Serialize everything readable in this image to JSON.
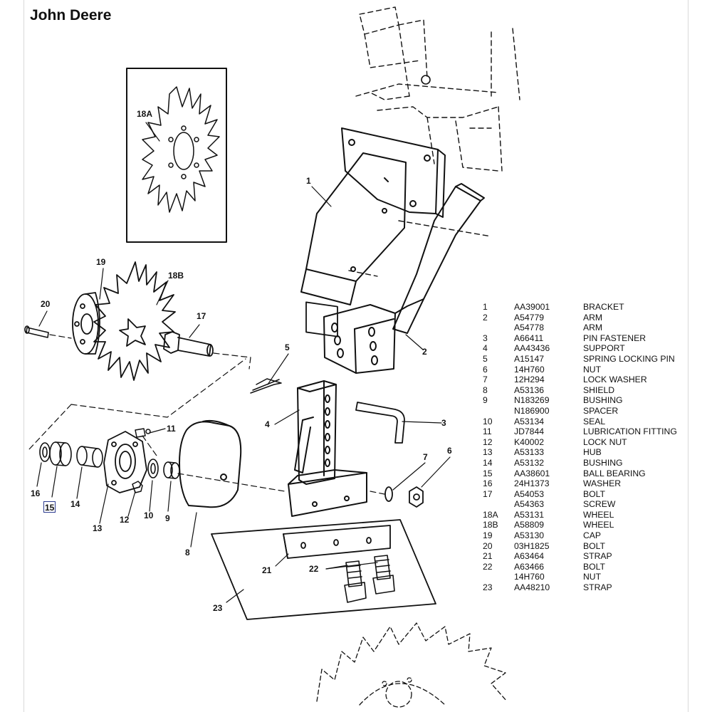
{
  "header": {
    "brand": "John Deere"
  },
  "callouts": {
    "c1": "1",
    "c2": "2",
    "c3": "3",
    "c4": "4",
    "c5": "5",
    "c6": "6",
    "c7": "7",
    "c8": "8",
    "c9": "9",
    "c10": "10",
    "c11": "11",
    "c12": "12",
    "c13": "13",
    "c14": "14",
    "c15": "15",
    "c16": "16",
    "c17": "17",
    "c18A": "18A",
    "c18B": "18B",
    "c19": "19",
    "c20": "20",
    "c21": "21",
    "c22": "22",
    "c23": "23"
  },
  "parts_list": [
    {
      "ref": "1",
      "part": "AA39001",
      "desc": "BRACKET"
    },
    {
      "ref": "2",
      "part": "A54779",
      "desc": "ARM"
    },
    {
      "ref": "",
      "part": "A54778",
      "desc": "ARM"
    },
    {
      "ref": "3",
      "part": "A66411",
      "desc": "PIN FASTENER"
    },
    {
      "ref": "4",
      "part": "AA43436",
      "desc": "SUPPORT"
    },
    {
      "ref": "5",
      "part": "A15147",
      "desc": "SPRING LOCKING PIN"
    },
    {
      "ref": "6",
      "part": "14H760",
      "desc": "NUT"
    },
    {
      "ref": "7",
      "part": "12H294",
      "desc": "LOCK WASHER"
    },
    {
      "ref": "8",
      "part": "A53136",
      "desc": "SHIELD"
    },
    {
      "ref": "9",
      "part": "N183269",
      "desc": "BUSHING"
    },
    {
      "ref": "",
      "part": "N186900",
      "desc": "SPACER"
    },
    {
      "ref": "10",
      "part": "A53134",
      "desc": "SEAL"
    },
    {
      "ref": "11",
      "part": "JD7844",
      "desc": "LUBRICATION FITTING"
    },
    {
      "ref": "12",
      "part": "K40002",
      "desc": "LOCK NUT"
    },
    {
      "ref": "13",
      "part": "A53133",
      "desc": "HUB"
    },
    {
      "ref": "14",
      "part": "A53132",
      "desc": "BUSHING"
    },
    {
      "ref": "15",
      "part": "AA38601",
      "desc": "BALL BEARING"
    },
    {
      "ref": "16",
      "part": "24H1373",
      "desc": "WASHER"
    },
    {
      "ref": "17",
      "part": "A54053",
      "desc": "BOLT"
    },
    {
      "ref": "",
      "part": "A54363",
      "desc": "SCREW"
    },
    {
      "ref": "18A",
      "part": "A53131",
      "desc": "WHEEL"
    },
    {
      "ref": "18B",
      "part": "A58809",
      "desc": "WHEEL"
    },
    {
      "ref": "19",
      "part": "A53130",
      "desc": "CAP"
    },
    {
      "ref": "20",
      "part": "03H1825",
      "desc": "BOLT"
    },
    {
      "ref": "21",
      "part": "A63464",
      "desc": "STRAP"
    },
    {
      "ref": "22",
      "part": "A63466",
      "desc": "BOLT"
    },
    {
      "ref": "",
      "part": "14H760",
      "desc": "NUT"
    },
    {
      "ref": "23",
      "part": "AA48210",
      "desc": "STRAP"
    }
  ]
}
